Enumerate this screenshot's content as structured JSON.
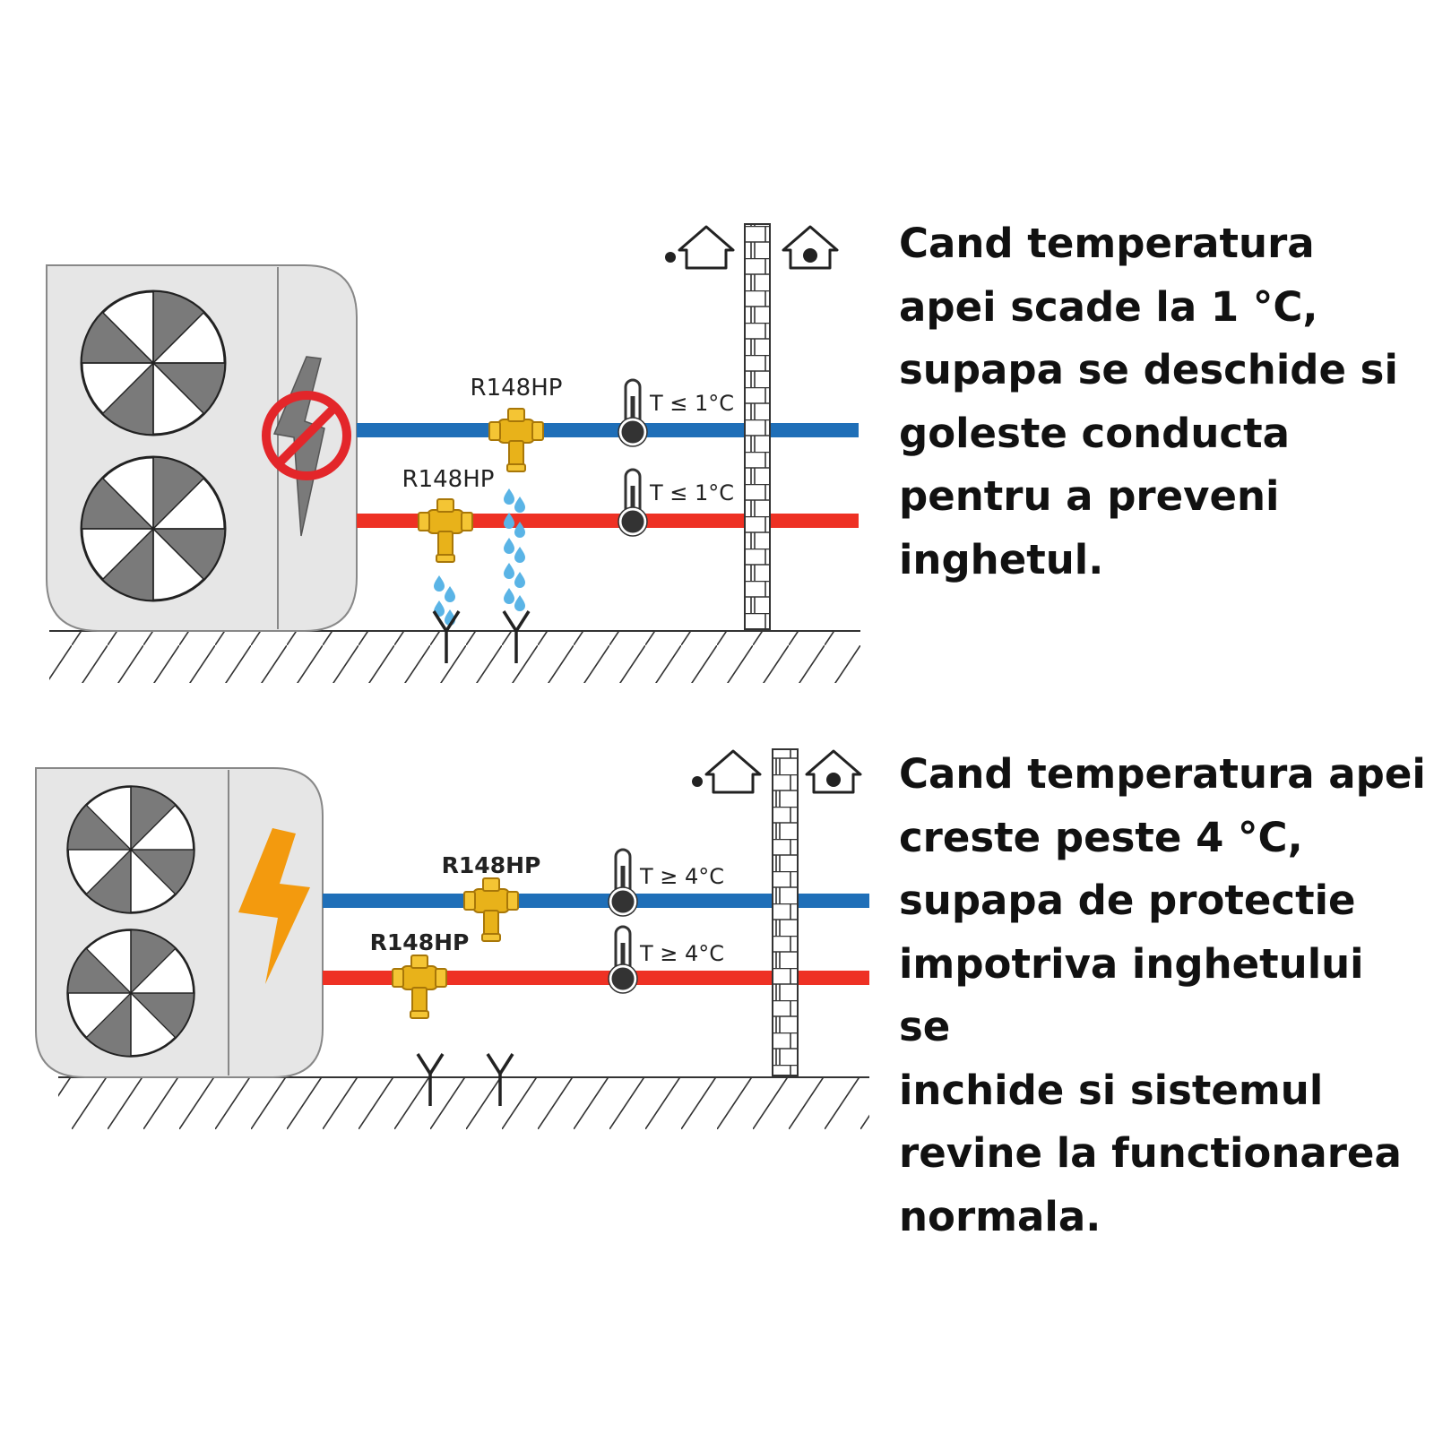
{
  "panels": [
    {
      "valve_labels": [
        "R148HP",
        "R148HP"
      ],
      "thermometer_labels": [
        "T ≤ 1°C",
        "T ≤ 1°C"
      ],
      "description": "Cand temperatura\napei scade la 1 °C,\nsupapa se deschide si\ngoleste conducta\npentru a preveni\ninghetul."
    },
    {
      "valve_labels": [
        "R148HP",
        "R148HP"
      ],
      "thermometer_labels": [
        "T ≥ 4°C",
        "T ≥ 4°C"
      ],
      "description": "Cand temperatura apei\ncreste peste 4 °C,\nsupapa de protectie\nimpotriva inghetului se\ninchide si sistemul\nrevine la functionarea\nnormala."
    }
  ],
  "colors": {
    "supply_pipe": "#1f6fb8",
    "return_pipe": "#ee3124",
    "valve": "#e8b21a",
    "water_drop": "#5ab4e6",
    "no_power_sign": "#e3262a",
    "power_bolt": "#f39a0e",
    "unit_body": "#e6e6e6"
  },
  "icons": [
    "fan-icon",
    "lightning-bolt-icon",
    "no-power-icon",
    "thermometer-icon",
    "brass-valve-icon",
    "drain-funnel-icon",
    "outdoor-house-icon",
    "indoor-house-icon",
    "brick-wall",
    "ground-hatch"
  ]
}
